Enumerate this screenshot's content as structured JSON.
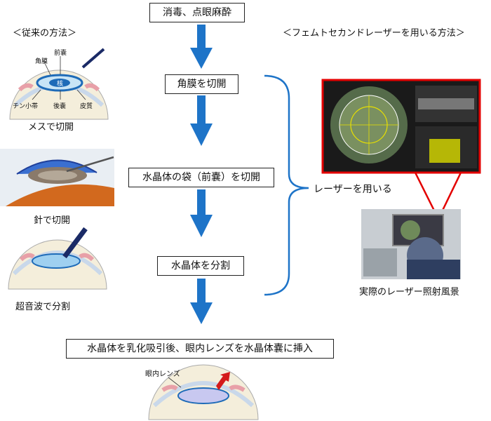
{
  "left_header": "＜従来の方法＞",
  "right_header": "＜フェムトセカンドレーザーを用いる方法＞",
  "steps": [
    "消毒、点眼麻酔",
    "角膜を切開",
    "水晶体の袋（前嚢）を切開",
    "水晶体を分割",
    "水晶体を乳化吸引後、眼内レンズを水晶体嚢に挿入"
  ],
  "traditional": {
    "eye_labels": {
      "cornea": "角膜",
      "anterior_capsule": "前嚢",
      "nucleus": "核",
      "zonule": "チン小帯",
      "posterior_capsule": "後嚢",
      "cortex": "皮質"
    },
    "captions": [
      "メスで切開",
      "針で切開",
      "超音波で分割"
    ]
  },
  "laser": {
    "label": "レーザーを用いる",
    "photo_caption": "実際のレーザー照射風景"
  },
  "iol_label": "眼内レンズ",
  "colors": {
    "arrow": "#1e74c8",
    "brace": "#1e74c8",
    "connector": "#e30000"
  }
}
